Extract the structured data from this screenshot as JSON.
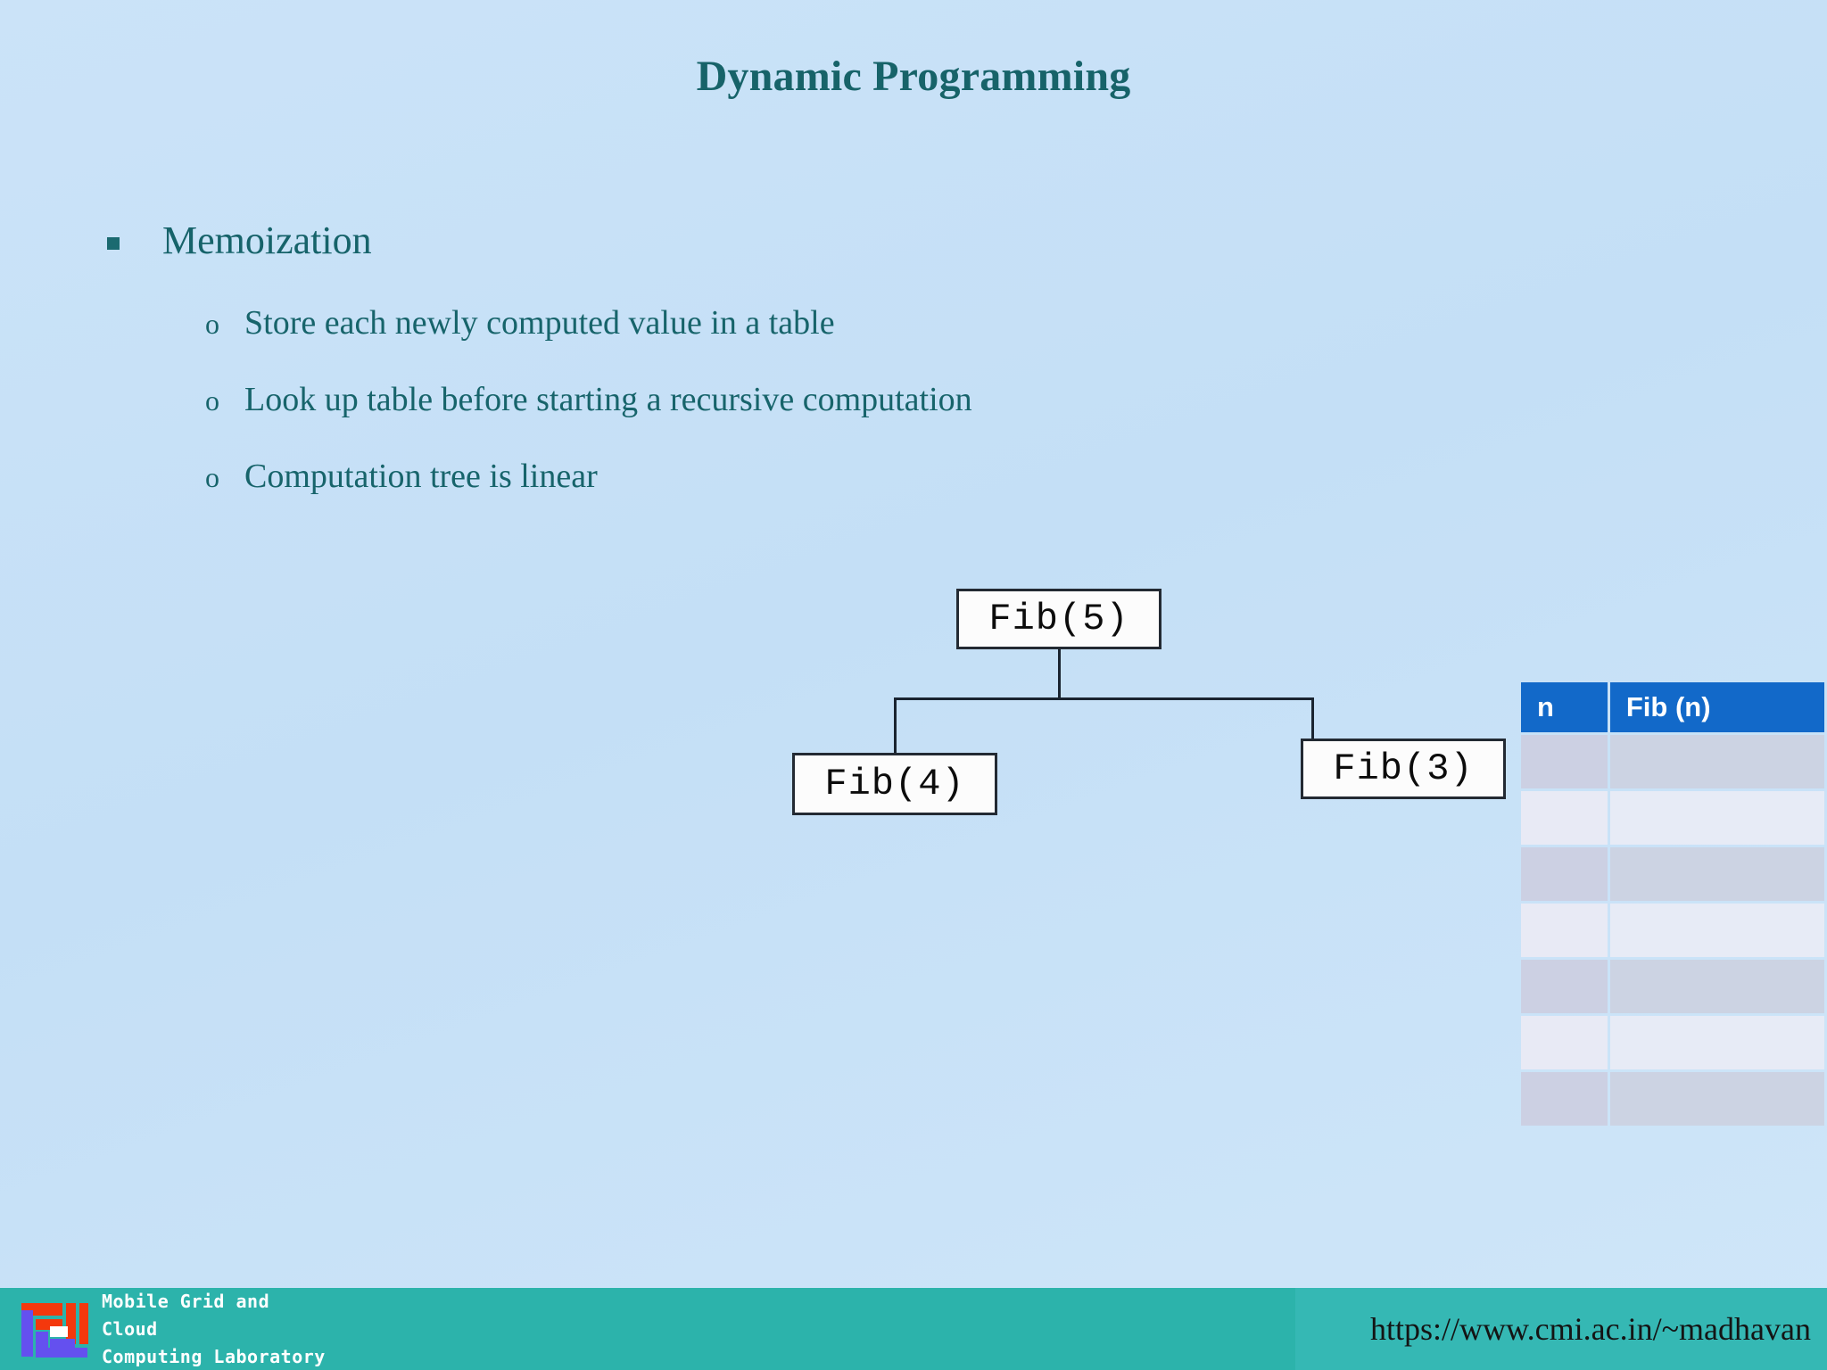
{
  "slide": {
    "title": "Dynamic Programming",
    "background_color": "#c7e1f7",
    "title_color": "#176369"
  },
  "bullets": {
    "level1": {
      "marker": "square-bullet",
      "text": "Memoization"
    },
    "level2": [
      {
        "marker": "o",
        "text": "Store each newly computed value in a table"
      },
      {
        "marker": "o",
        "text": "Look up table before starting a recursive computation"
      },
      {
        "marker": "o",
        "text": "Computation tree is linear"
      }
    ]
  },
  "tree": {
    "root": "Fib(5)",
    "left_child": "Fib(4)",
    "right_child": "Fib(3)",
    "node_border_color": "#232a33",
    "node_fill_color": "#fcfcfc"
  },
  "fib_table": {
    "header_bg": "#1269c9",
    "headers": [
      "n",
      "Fib (n)"
    ],
    "rows": [
      {
        "n": "",
        "fib": ""
      },
      {
        "n": "",
        "fib": ""
      },
      {
        "n": "",
        "fib": ""
      },
      {
        "n": "",
        "fib": ""
      },
      {
        "n": "",
        "fib": ""
      },
      {
        "n": "",
        "fib": ""
      },
      {
        "n": "",
        "fib": ""
      }
    ],
    "row_dark_color": "#ccd0e3",
    "row_light_color": "#e8eaf5"
  },
  "footer": {
    "bar_color": "#35b8b4",
    "logo_line1": "Mobile Grid and Cloud",
    "logo_line2": "Computing Laboratory",
    "url": "https://www.cmi.ac.in/~madhavan"
  }
}
